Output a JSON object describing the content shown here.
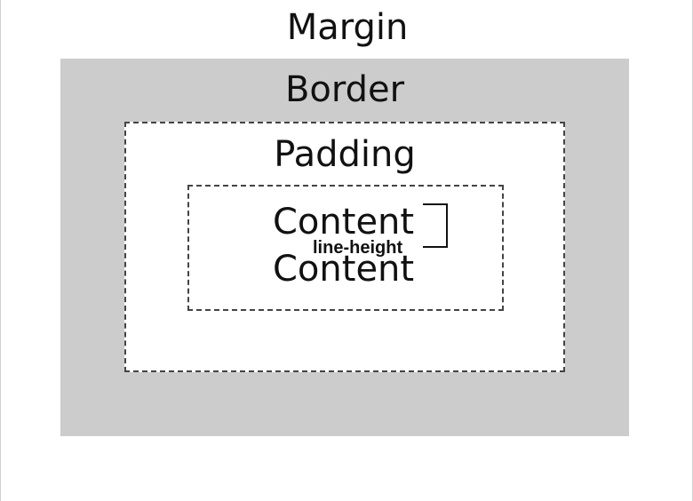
{
  "diagram": {
    "margin_label": "Margin",
    "border_label": "Border",
    "padding_label": "Padding",
    "content_lines": [
      "Content",
      "Content"
    ],
    "line_height_label": "line-height"
  },
  "colors": {
    "border_fill": "#cccccc",
    "dashed_line": "#444444",
    "text": "#111111",
    "background": "#ffffff"
  }
}
